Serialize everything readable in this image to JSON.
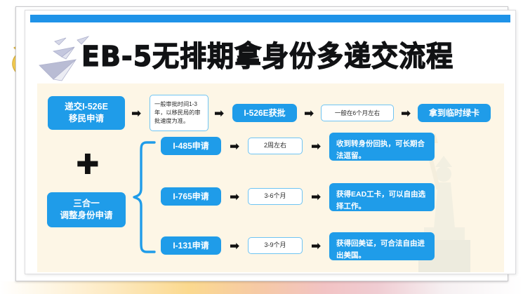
{
  "page": {
    "title": "EB-5无排期拿身份多递交流程",
    "accent_blue": "#1f9ce9",
    "panel_bg": "#fdf6e6",
    "top_bar_color": "#1f93e8",
    "note_border": "#6fc4f2"
  },
  "decor": {
    "paper_planes": "paper-planes-illustration",
    "statue_of_liberty": "statue-of-liberty-watermark",
    "curved_arrow": "yellow-curved-arrow"
  },
  "flow": {
    "row1": {
      "step1": "递交I-526E\n移民申请",
      "step1_line1": "递交I-526E",
      "step1_line2": "移民申请",
      "note1": "一般审批时间1-3年，以移民局的审批速度为准。",
      "step2": "I-526E获批",
      "note2": "一般在6个月左右",
      "step3": "拿到临时绿卡",
      "arrow": "➡"
    },
    "plus_sign": "✚",
    "group": {
      "label_line1": "三合一",
      "label_line2": "调整身份申请"
    },
    "branches": [
      {
        "application": "I-485申请",
        "duration": "2周左右",
        "result": "收到转身份回执，可长期合法逗留。"
      },
      {
        "application": "I-765申请",
        "duration": "3-6个月",
        "result": "获得EAD工卡，可以自由选择工作。"
      },
      {
        "application": "I-131申请",
        "duration": "3-9个月",
        "result": "获得回美证，可合法自由进出美国。"
      }
    ]
  }
}
